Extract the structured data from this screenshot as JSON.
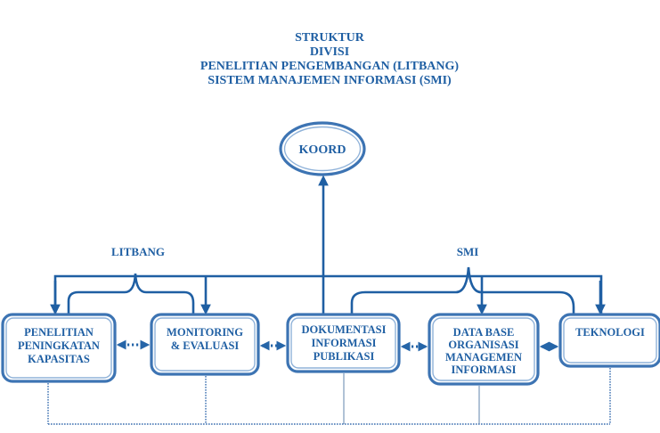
{
  "title": {
    "lines": [
      "STRUKTUR",
      "DIVISI",
      "PENELITIAN PENGEMBANGAN  (LITBANG)",
      "SISTEM MANAJEMEN INFORMASI  (SMI)"
    ]
  },
  "top_node": {
    "label": "KOORD"
  },
  "groups": [
    {
      "id": "litbang",
      "label": "LITBANG",
      "members": [
        "box1",
        "box2"
      ]
    },
    {
      "id": "smi",
      "label": "SMI",
      "members": [
        "box3",
        "box4",
        "box5"
      ]
    }
  ],
  "units": [
    {
      "id": "box1",
      "lines": [
        "PENELITIAN",
        "PENINGKATAN",
        "KAPASITAS"
      ]
    },
    {
      "id": "box2",
      "lines": [
        "MONITORING",
        "& EVALUASI"
      ]
    },
    {
      "id": "box3",
      "lines": [
        "DOKUMENTASI",
        "INFORMASI",
        "PUBLIKASI"
      ]
    },
    {
      "id": "box4",
      "lines": [
        "DATA BASE",
        "ORGANISASI",
        "MANAGEMEN",
        "INFORMASI"
      ]
    },
    {
      "id": "box5",
      "lines": [
        "TEKNOLOGI"
      ]
    }
  ],
  "connections": {
    "koord_to_units": "solid arrows",
    "between_units": "dotted double arrows",
    "bottom_link": "dotted coordination line"
  },
  "colors": {
    "primary": "#1f5fa3",
    "box_border": "#3d74b3",
    "box_inner": "#8fb2d9"
  }
}
